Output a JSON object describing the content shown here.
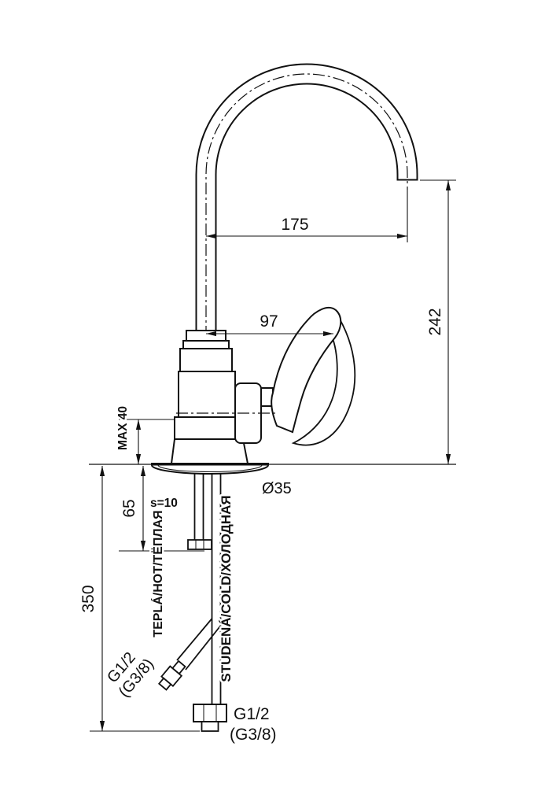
{
  "drawing": {
    "dimensions": {
      "d175": "175",
      "d242": "242",
      "d97": "97",
      "max40": "MAX 40",
      "d65": "65",
      "d350": "350",
      "dia35": "Ø35",
      "s10": "s=10"
    },
    "labels": {
      "hot": "TEPLÁ/HOT/ТЁПЛАЯ",
      "cold": "STUDENÁ/COLD/ХОЛОДНАЯ",
      "hot_thread": "G1/2",
      "hot_thread_alt": "(G3/8)",
      "cold_thread": "G1/2",
      "cold_thread_alt": "(G3/8)"
    },
    "colors": {
      "line": "#111111",
      "background": "#ffffff"
    }
  }
}
